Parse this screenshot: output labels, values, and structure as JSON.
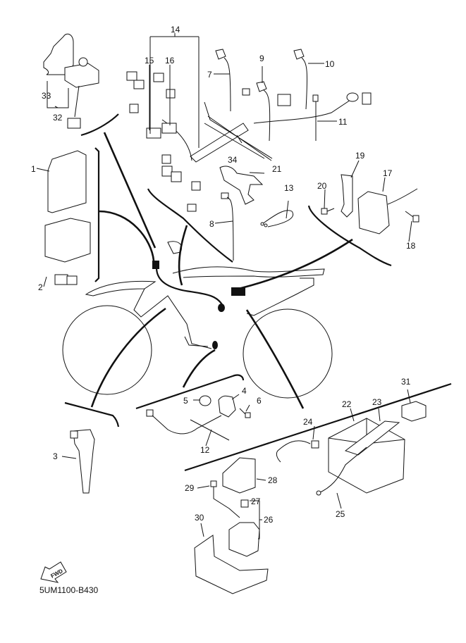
{
  "diagram": {
    "title": "Electrical diagram (motorcycle parts exploded view)",
    "code": "5UM1100-B430",
    "fwd_label": "FWD",
    "colors": {
      "line": "#111111",
      "background": "#ffffff"
    },
    "callouts": [
      {
        "n": "1",
        "label": "1"
      },
      {
        "n": "2",
        "label": "2"
      },
      {
        "n": "3",
        "label": "3"
      },
      {
        "n": "4",
        "label": "4"
      },
      {
        "n": "5",
        "label": "5"
      },
      {
        "n": "6",
        "label": "6"
      },
      {
        "n": "7",
        "label": "7"
      },
      {
        "n": "8",
        "label": "8"
      },
      {
        "n": "9",
        "label": "9"
      },
      {
        "n": "10",
        "label": "10"
      },
      {
        "n": "11",
        "label": "11"
      },
      {
        "n": "12",
        "label": "12"
      },
      {
        "n": "13",
        "label": "13"
      },
      {
        "n": "14",
        "label": "14"
      },
      {
        "n": "15",
        "label": "15"
      },
      {
        "n": "16",
        "label": "16"
      },
      {
        "n": "17",
        "label": "17"
      },
      {
        "n": "18",
        "label": "18"
      },
      {
        "n": "19",
        "label": "19"
      },
      {
        "n": "20",
        "label": "20"
      },
      {
        "n": "21",
        "label": "21"
      },
      {
        "n": "22",
        "label": "22"
      },
      {
        "n": "23",
        "label": "23"
      },
      {
        "n": "24",
        "label": "24"
      },
      {
        "n": "25",
        "label": "25"
      },
      {
        "n": "26",
        "label": "26"
      },
      {
        "n": "27",
        "label": "27"
      },
      {
        "n": "28",
        "label": "28"
      },
      {
        "n": "29",
        "label": "29"
      },
      {
        "n": "30",
        "label": "30"
      },
      {
        "n": "31",
        "label": "31"
      },
      {
        "n": "32",
        "label": "32"
      },
      {
        "n": "33",
        "label": "33"
      },
      {
        "n": "34",
        "label": "34"
      }
    ]
  }
}
